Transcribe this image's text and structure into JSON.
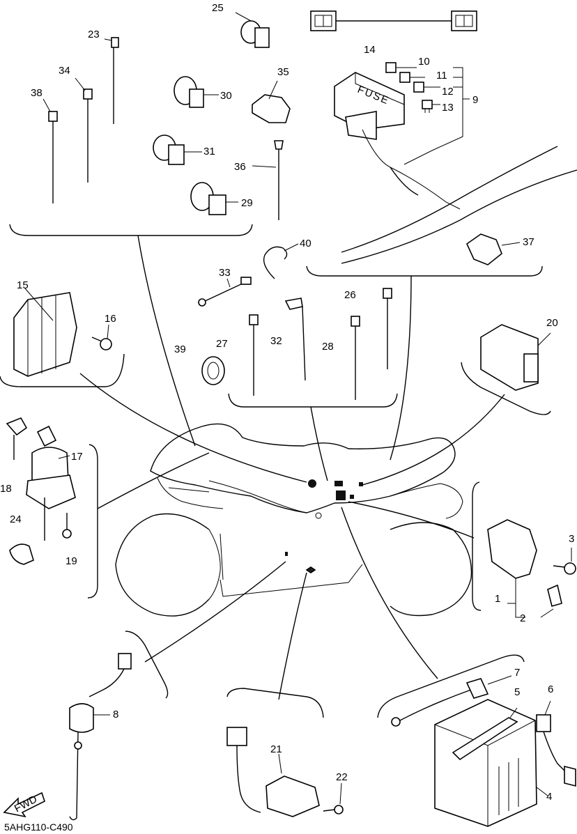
{
  "diagram": {
    "drawing_code": "5AHG110-C490",
    "fwd_label": "FWD",
    "fuse_label": "FUSE",
    "callouts": {
      "c1": "1",
      "c2": "2",
      "c3": "3",
      "c4": "4",
      "c5": "5",
      "c6": "6",
      "c7": "7",
      "c8": "8",
      "c9": "9",
      "c10": "10",
      "c11": "11",
      "c12": "12",
      "c13": "13",
      "c14": "14",
      "c15": "15",
      "c16": "16",
      "c17": "17",
      "c18": "18",
      "c19": "19",
      "c20": "20",
      "c21": "21",
      "c22": "22",
      "c23": "23",
      "c24": "24",
      "c25": "25",
      "c26": "26",
      "c27": "27",
      "c28": "28",
      "c29": "29",
      "c30": "30",
      "c31": "31",
      "c32": "32",
      "c33": "33",
      "c34": "34",
      "c35": "35",
      "c36": "36",
      "c37": "37",
      "c38": "38",
      "c39": "39",
      "c40": "40"
    }
  }
}
